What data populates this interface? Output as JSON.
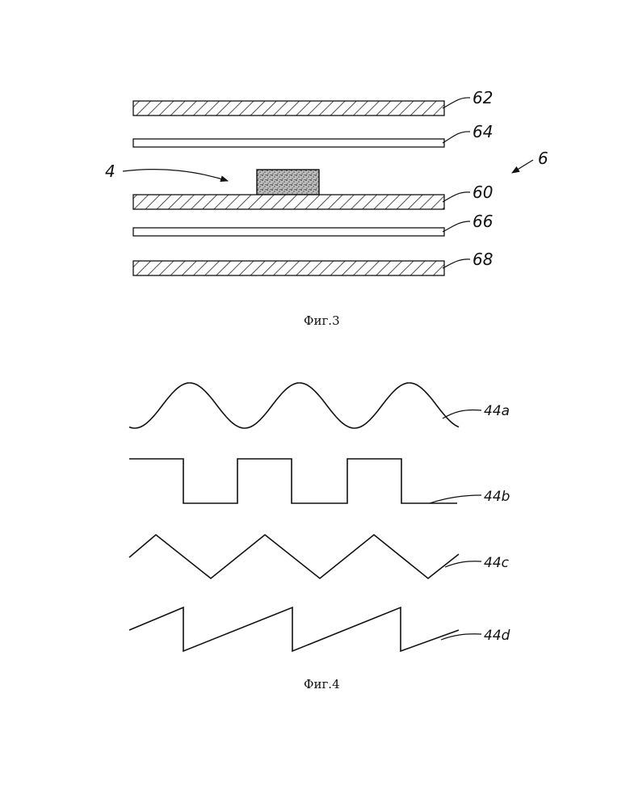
{
  "fig3": {
    "caption": "Фиг.3",
    "labels": {
      "l62": "62",
      "l64": "64",
      "l60": "60",
      "l66": "66",
      "l68": "68",
      "l6": "6",
      "l4": "4"
    }
  },
  "fig4": {
    "caption": "Фиг.4",
    "labels": {
      "l44a": "44a",
      "l44b": "44b",
      "l44c": "44c",
      "l44d": "44d"
    },
    "waveforms": [
      "sine",
      "square",
      "triangle",
      "sawtooth"
    ]
  }
}
